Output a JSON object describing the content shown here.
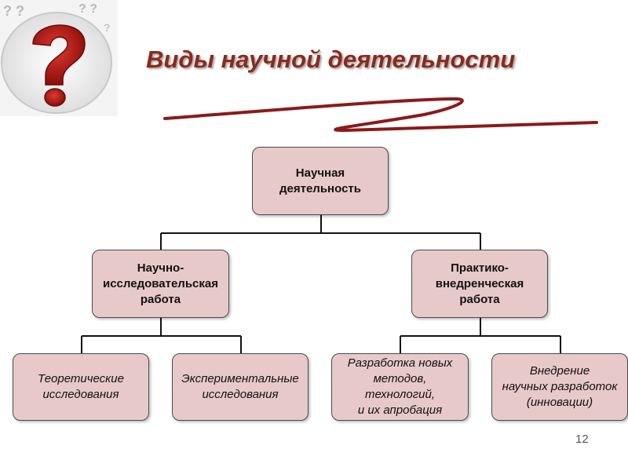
{
  "slide": {
    "title": "Виды научной деятельности",
    "page_number": "12",
    "accent_color": "#8b2a1c",
    "box_fill": "#e8c9c9",
    "logo_icon": "red-question-mark-icon"
  },
  "diagram": {
    "root": "Научная\nдеятельность",
    "research": "Научно-\nисследовательская\nработа",
    "practical": "Практико-\nвнедренческая\nработа",
    "theoretical": "Теоретические\nисследования",
    "experimental": "Экспериментальные\nисследования",
    "development": "Разработка новых\nметодов,\nтехнологий,\nи их апробация",
    "innovation": "Внедрение\nнаучных разработок\n(инновации)"
  }
}
